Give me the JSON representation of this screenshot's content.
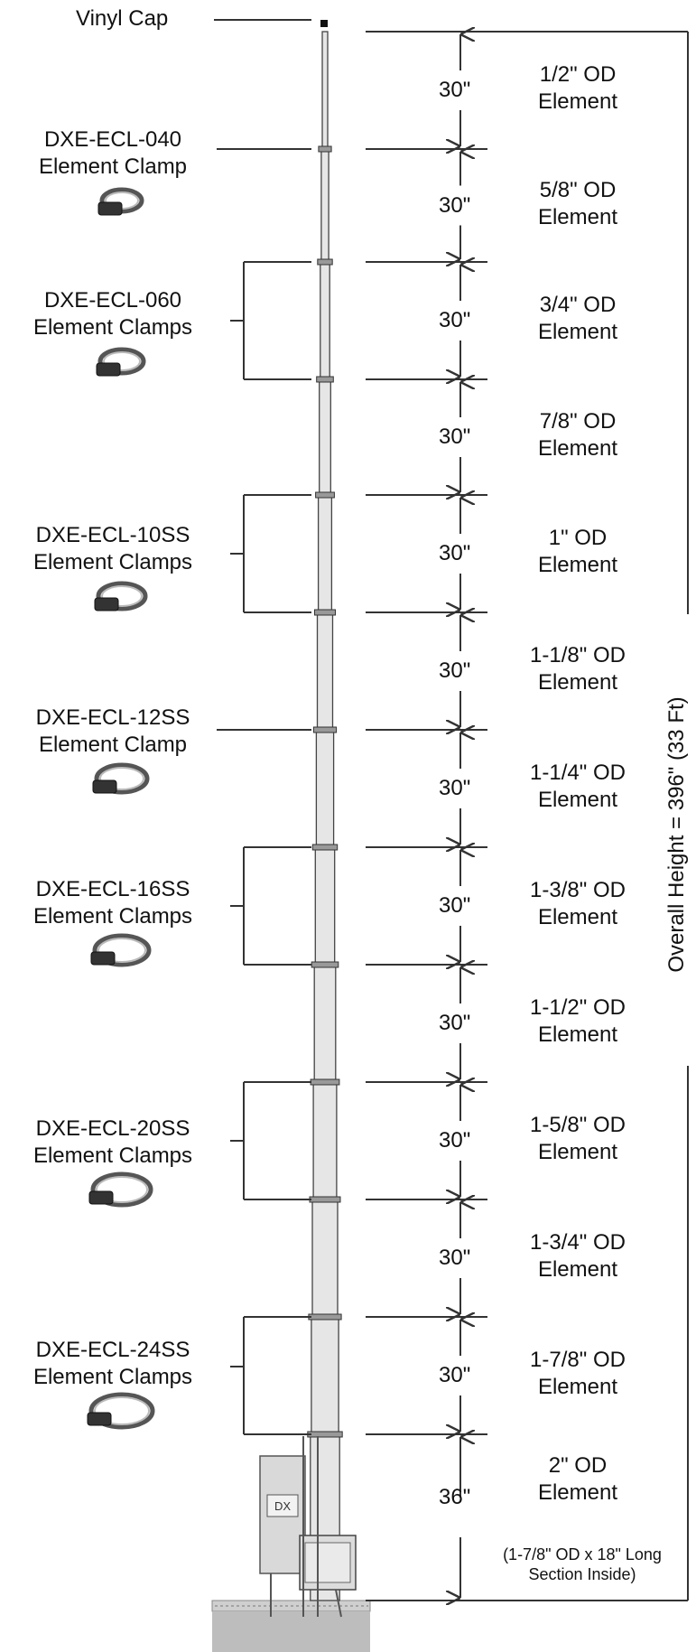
{
  "vinyl_cap_label": "Vinyl Cap",
  "clamp_groups": [
    {
      "line1": "DXE-ECL-040",
      "line2": "Element Clamp"
    },
    {
      "line1": "DXE-ECL-060",
      "line2": "Element Clamps"
    },
    {
      "line1": "DXE-ECL-10SS",
      "line2": "Element Clamps"
    },
    {
      "line1": "DXE-ECL-12SS",
      "line2": "Element Clamp"
    },
    {
      "line1": "DXE-ECL-16SS",
      "line2": "Element Clamps"
    },
    {
      "line1": "DXE-ECL-20SS",
      "line2": "Element Clamps"
    },
    {
      "line1": "DXE-ECL-24SS",
      "line2": "Element Clamps"
    }
  ],
  "sections": [
    {
      "length": "30\"",
      "od": "1/2\" OD",
      "element": "Element"
    },
    {
      "length": "30\"",
      "od": "5/8\" OD",
      "element": "Element"
    },
    {
      "length": "30\"",
      "od": "3/4\" OD",
      "element": "Element"
    },
    {
      "length": "30\"",
      "od": "7/8\" OD",
      "element": "Element"
    },
    {
      "length": "30\"",
      "od": "1\" OD",
      "element": "Element"
    },
    {
      "length": "30\"",
      "od": "1-1/8\" OD",
      "element": "Element"
    },
    {
      "length": "30\"",
      "od": "1-1/4\" OD",
      "element": "Element"
    },
    {
      "length": "30\"",
      "od": "1-3/8\" OD",
      "element": "Element"
    },
    {
      "length": "30\"",
      "od": "1-1/2\" OD",
      "element": "Element"
    },
    {
      "length": "30\"",
      "od": "1-5/8\" OD",
      "element": "Element"
    },
    {
      "length": "30\"",
      "od": "1-3/4\" OD",
      "element": "Element"
    },
    {
      "length": "30\"",
      "od": "1-7/8\" OD",
      "element": "Element"
    },
    {
      "length": "36\"",
      "od": "2\" OD",
      "element": "Element"
    }
  ],
  "inner_section_note_line1": "(1-7/8\" OD x 18\" Long",
  "inner_section_note_line2": "Section Inside)",
  "overall_height_label": "Overall Height = 396\"  (33 Ft)"
}
